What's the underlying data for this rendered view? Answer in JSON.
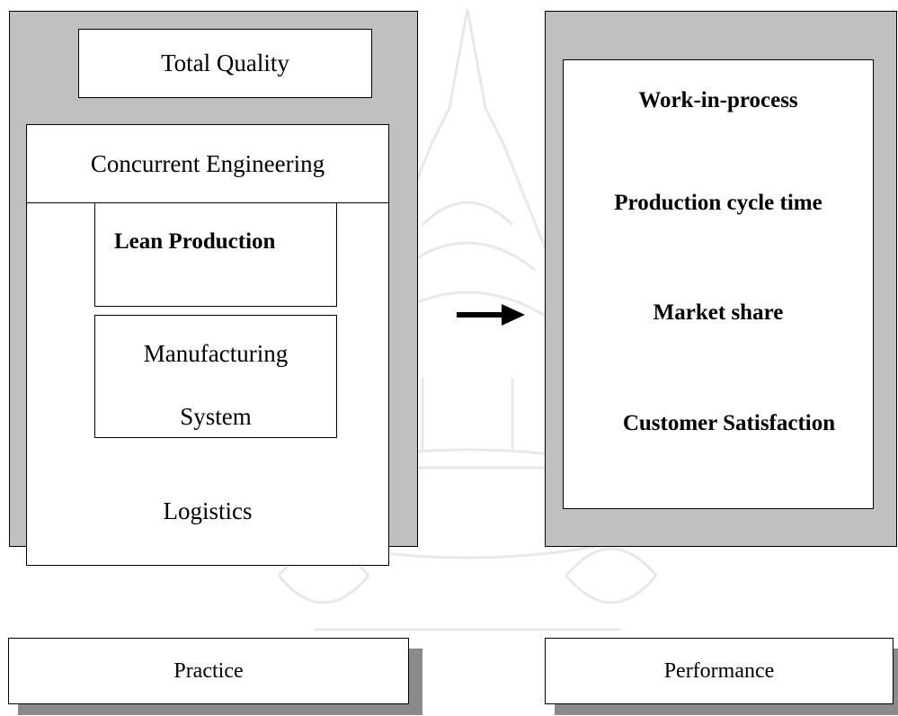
{
  "practice": {
    "total_quality": "Total Quality",
    "concurrent_engineering": "Concurrent Engineering",
    "lean_production": "Lean Production",
    "manufacturing_line1": "Manufacturing",
    "manufacturing_line2": "System",
    "logistics": "Logistics"
  },
  "performance": {
    "items": [
      "Work-in-process",
      "Production cycle time",
      "Market share",
      "Customer Satisfaction"
    ]
  },
  "legend": {
    "practice": "Practice",
    "performance": "Performance"
  },
  "colors": {
    "panel_fill": "#c0c0c0",
    "shadow": "#8a8a8a",
    "border": "#000000"
  }
}
